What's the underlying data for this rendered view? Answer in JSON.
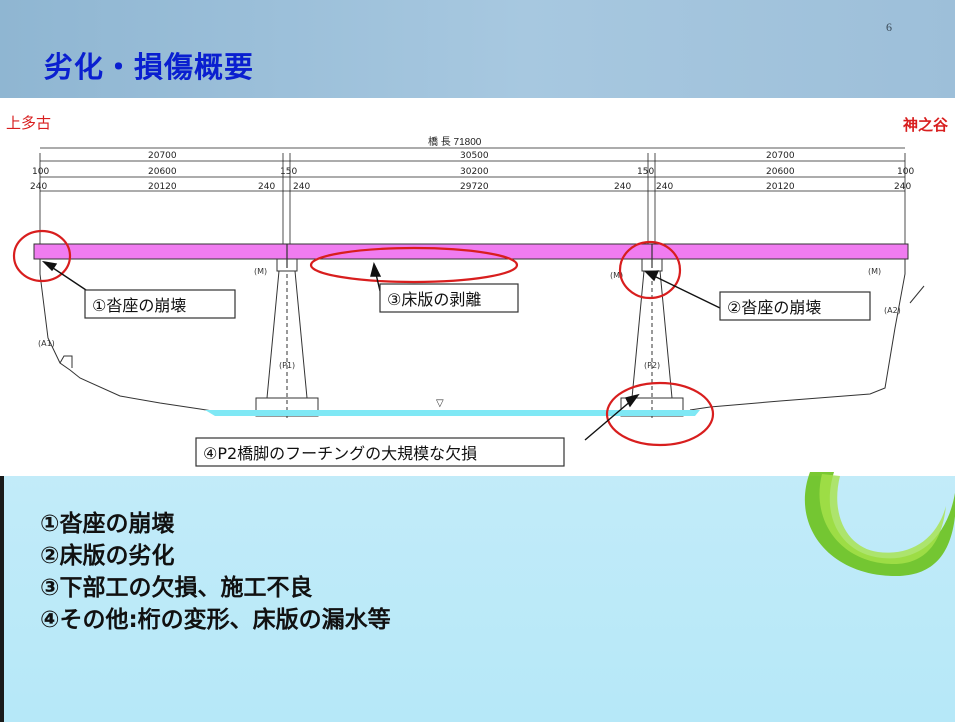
{
  "slide": {
    "title": "劣化・損傷概要",
    "page_number": "6"
  },
  "diagram": {
    "left_place": "上多古",
    "right_place": "神之谷",
    "total_length_label": "橋 長 71800",
    "span_labels": {
      "row1": [
        "20700",
        "30500",
        "20700"
      ],
      "row2": [
        "100",
        "20600",
        "150",
        "30200",
        "150",
        "20600",
        "100"
      ],
      "row3": [
        "240",
        "20120",
        "240",
        "240",
        "29720",
        "240",
        "240",
        "20120",
        "240"
      ]
    },
    "pier_labels": [
      "(P1)",
      "(P2)"
    ],
    "abutment_labels": [
      "(A1)",
      "(A2)"
    ],
    "bearing_marks": [
      "(M)",
      "(M)",
      "(M)"
    ],
    "callouts": [
      "①沓座の崩壊",
      "②沓座の崩壊",
      "③床版の剥離",
      "④P2橋脚のフーチングの大規模な欠損"
    ],
    "colors": {
      "deck": "#f07cf0",
      "water": "#7fe8f5",
      "callout_ring": "#d81e1e",
      "place_label": "#d81e1e"
    }
  },
  "summary": [
    "①沓座の崩壊",
    "②床版の劣化",
    "③下部工の欠損、施工不良",
    "④その他:桁の変形、床版の漏水等"
  ]
}
